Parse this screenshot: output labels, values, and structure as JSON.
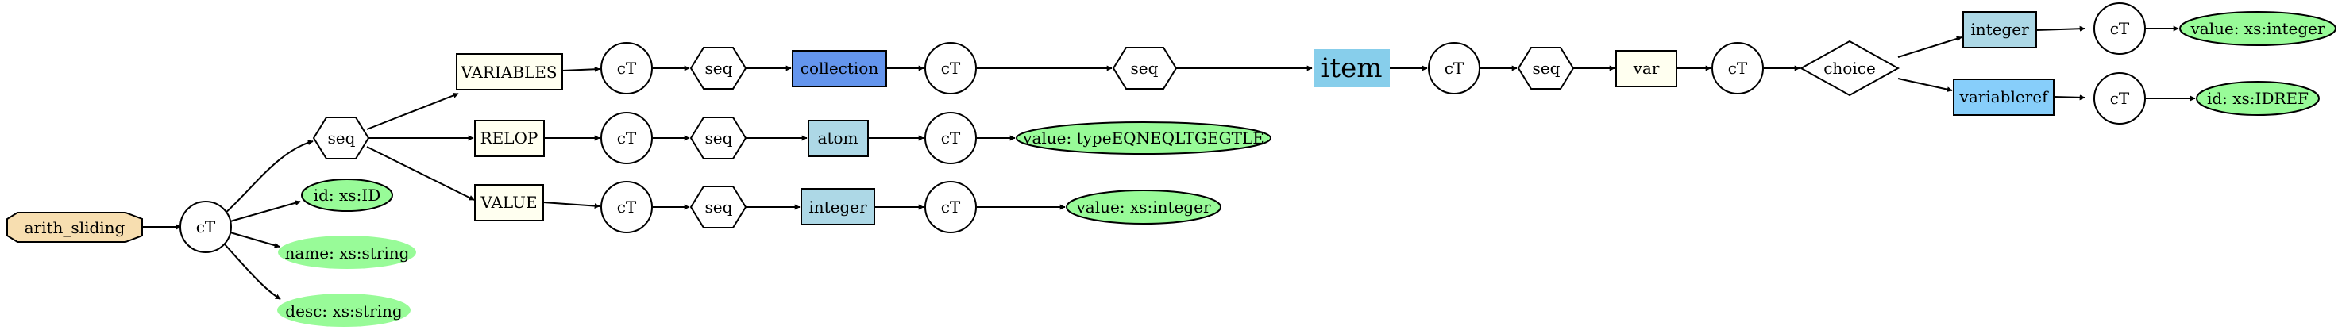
{
  "nodes": {
    "root": {
      "label": "arith_sliding",
      "color": "#f7deb0"
    },
    "ct_root": {
      "label": "cT"
    },
    "seq_main": {
      "label": "seq"
    },
    "attr_id": {
      "label": "id: xs:ID",
      "color": "#98fb98"
    },
    "attr_name": {
      "label": "name: xs:string",
      "color": "#98fb98"
    },
    "attr_desc": {
      "label": "desc: xs:string",
      "color": "#98fb98"
    },
    "variables": {
      "label": "VARIABLES",
      "color": "#fffff0"
    },
    "relop": {
      "label": "RELOP",
      "color": "#fffff0"
    },
    "value_el": {
      "label": "VALUE",
      "color": "#fffff0"
    },
    "ct_variables": {
      "label": "cT"
    },
    "ct_relop": {
      "label": "cT"
    },
    "ct_value": {
      "label": "cT"
    },
    "seq_variables": {
      "label": "seq"
    },
    "seq_relop": {
      "label": "seq"
    },
    "seq_value": {
      "label": "seq"
    },
    "collection": {
      "label": "collection",
      "color": "#6495ed"
    },
    "atom": {
      "label": "atom",
      "color": "#add8e6"
    },
    "integer_value": {
      "label": "integer",
      "color": "#add8e6"
    },
    "ct_collection": {
      "label": "cT"
    },
    "ct_atom": {
      "label": "cT"
    },
    "ct_integer_value": {
      "label": "cT"
    },
    "val_atom": {
      "label": "value: typeEQNEQLTGEGTLE",
      "color": "#98fb98"
    },
    "val_integer_value": {
      "label": "value: xs:integer",
      "color": "#98fb98"
    },
    "seq_collection": {
      "label": "seq"
    },
    "item": {
      "label": "item",
      "color": "#87ceeb"
    },
    "ct_item": {
      "label": "cT"
    },
    "seq_item": {
      "label": "seq"
    },
    "var": {
      "label": "var",
      "color": "#fffff0"
    },
    "ct_var": {
      "label": "cT"
    },
    "choice": {
      "label": "choice"
    },
    "integer_choice": {
      "label": "integer",
      "color": "#add8e6"
    },
    "variableref": {
      "label": "variableref",
      "color": "#87cefa"
    },
    "ct_integer_choice": {
      "label": "cT"
    },
    "ct_variableref": {
      "label": "cT"
    },
    "val_integer_choice": {
      "label": "value: xs:integer",
      "color": "#98fb98"
    },
    "id_idref": {
      "label": "id: xs:IDREF",
      "color": "#98fb98"
    }
  }
}
